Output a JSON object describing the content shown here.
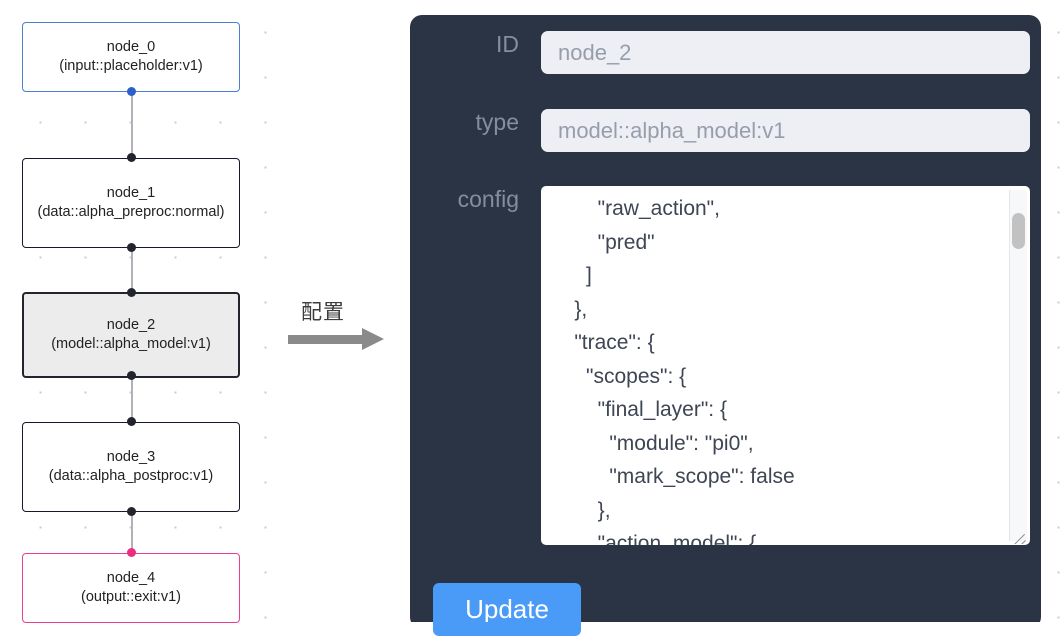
{
  "canvas": {
    "grid_dot_color": "#c9ccd4",
    "background": "#ffffff"
  },
  "graph": {
    "nodes": [
      {
        "id": "node_0",
        "type": "(input::placeholder:v1)",
        "role": "input",
        "selected": false,
        "accent": "#4a7fd4"
      },
      {
        "id": "node_1",
        "type": "(data::alpha_preproc:normal)",
        "role": "default",
        "selected": false,
        "accent": "#1a192b"
      },
      {
        "id": "node_2",
        "type": "(model::alpha_model:v1)",
        "role": "default",
        "selected": true,
        "accent": "#22252e"
      },
      {
        "id": "node_3",
        "type": "(data::alpha_postproc:v1)",
        "role": "default",
        "selected": false,
        "accent": "#1a192b"
      },
      {
        "id": "node_4",
        "type": "(output::exit:v1)",
        "role": "output",
        "selected": false,
        "accent": "#ec3d8e"
      }
    ],
    "edge_color": "#b1b1b7",
    "handle_color": "#22252e"
  },
  "transition": {
    "label": "配置",
    "arrow_color": "#8a8a8a"
  },
  "panel": {
    "background": "#2b3444",
    "fields": [
      {
        "key": "id",
        "label": "ID",
        "value": "node_2"
      },
      {
        "key": "type",
        "label": "type",
        "value": "model::alpha_model:v1"
      },
      {
        "key": "config",
        "label": "config",
        "value": "        \"raw_action\",\n        \"pred\"\n      ]\n    },\n    \"trace\": {\n      \"scopes\": {\n        \"final_layer\": {\n          \"module\": \"pi0\",\n          \"mark_scope\": false\n        },\n        \"action_model\": {"
      }
    ],
    "update_button": {
      "label": "Update",
      "color": "#4a9bf7"
    },
    "scrollbar": {
      "thumb_color": "#c2c2c2",
      "track_color": "#f7f8f9"
    }
  }
}
